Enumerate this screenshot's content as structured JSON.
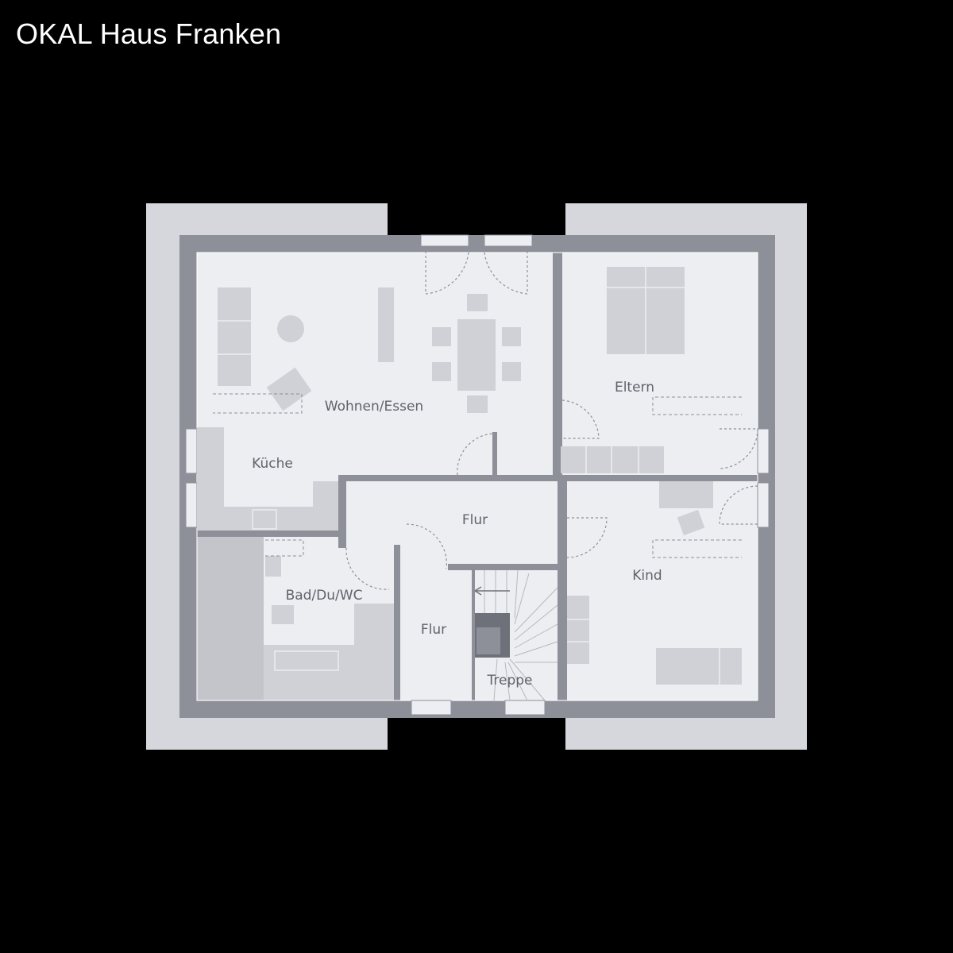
{
  "header": {
    "title": "OKAL Haus Franken"
  },
  "rooms": {
    "wohnen": "Wohnen/Essen",
    "kueche": "Küche",
    "eltern": "Eltern",
    "flur_upper": "Flur",
    "kind": "Kind",
    "bad": "Bad/Du/WC",
    "flur_lower": "Flur",
    "treppe": "Treppe"
  },
  "colors": {
    "background": "#000000",
    "terrace": "#d6d7dc",
    "wall": "#8d9099",
    "floor": "#eceef1",
    "furniture": "#cfd1d6",
    "label": "#5f636b"
  }
}
